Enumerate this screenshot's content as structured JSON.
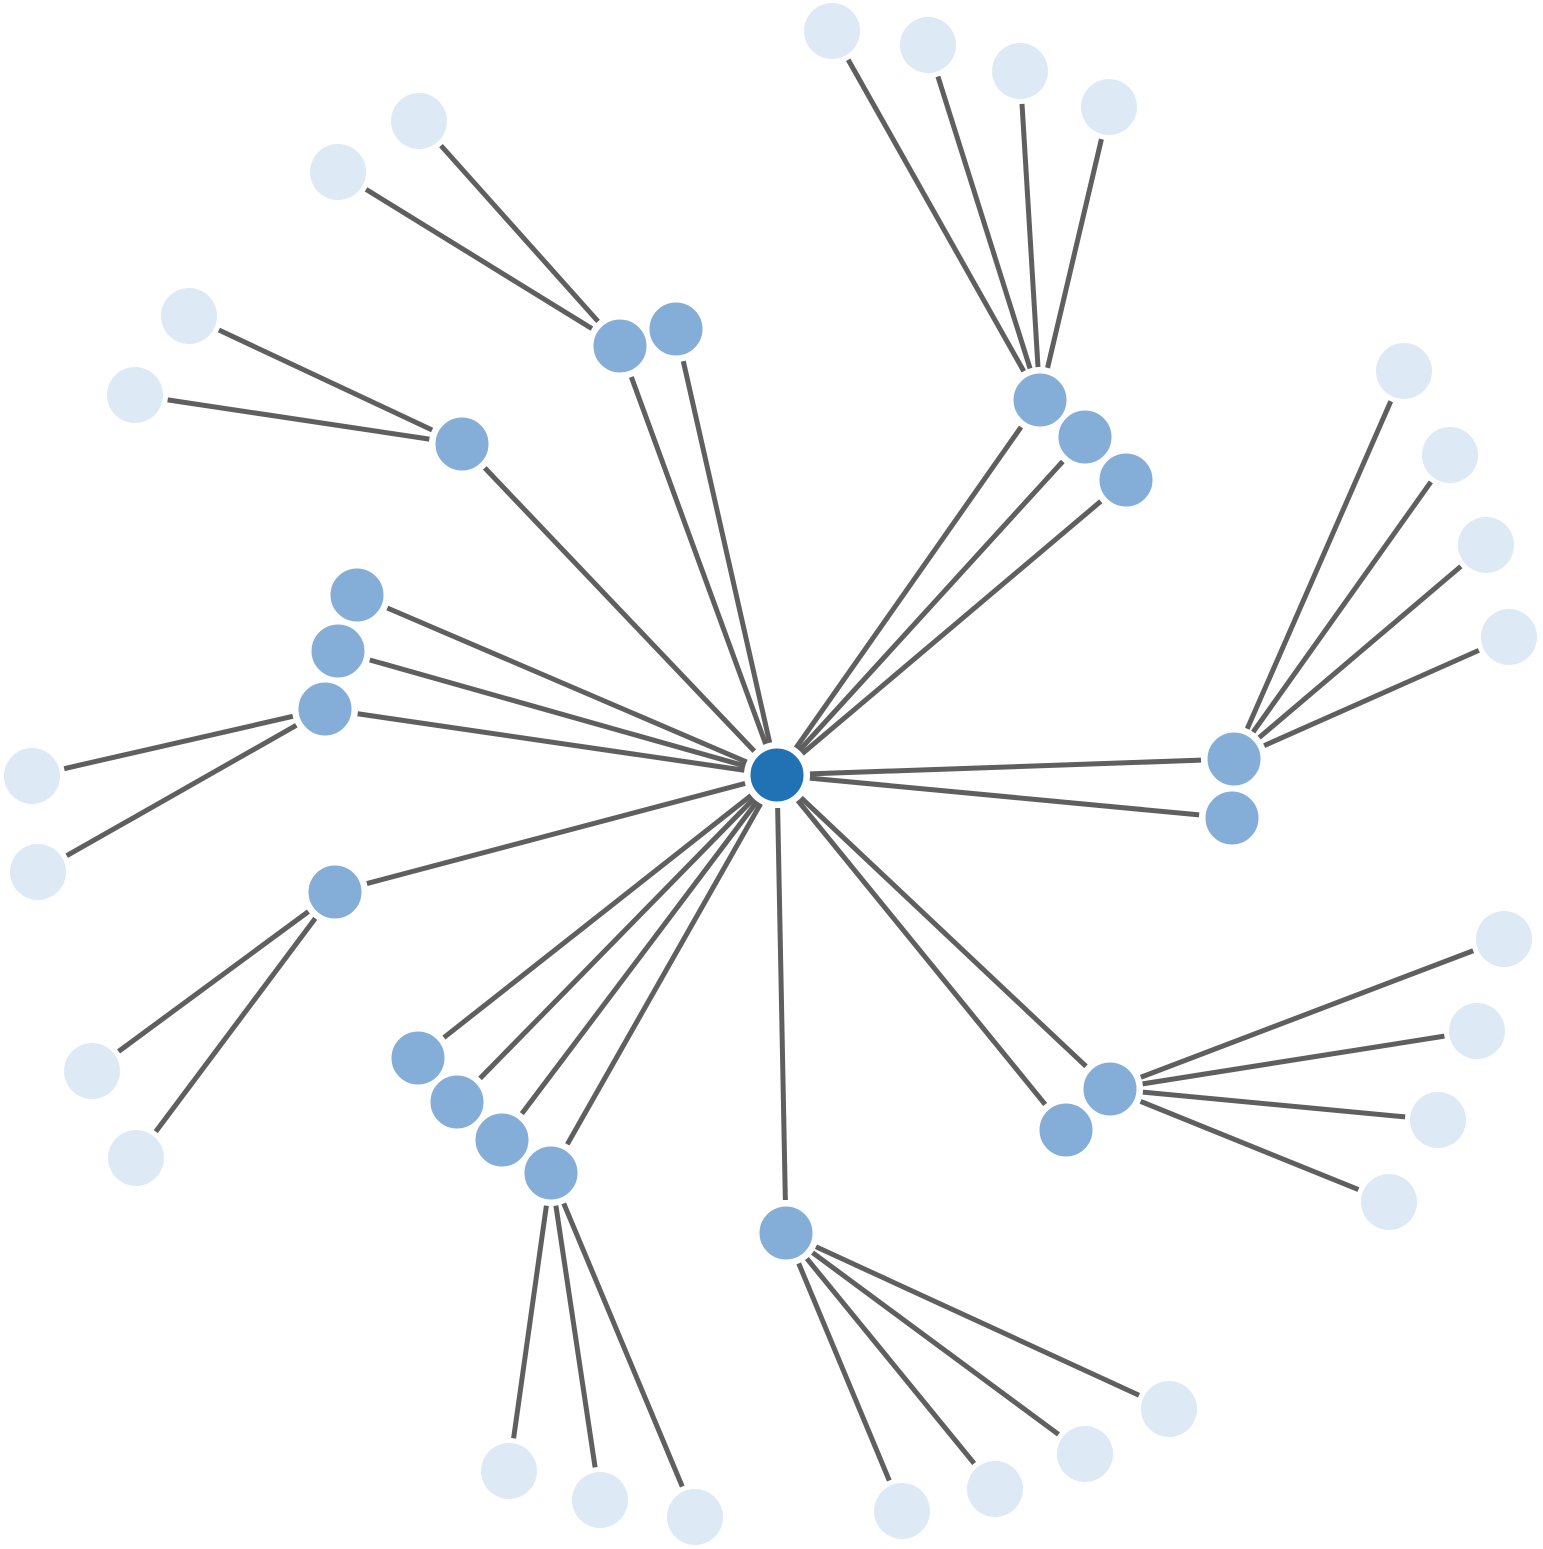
{
  "colors": {
    "root": "#2171b5",
    "level1": "#84aed7",
    "level2": "#dde9f5",
    "edge": "#5f5f5f",
    "node_stroke": "#ffffff"
  },
  "graph": {
    "root": "c",
    "edges": [
      [
        "c",
        "a1"
      ],
      [
        "a1",
        "b1"
      ],
      [
        "a1",
        "b2"
      ],
      [
        "c",
        "a2"
      ],
      [
        "a2",
        "b3"
      ],
      [
        "a2",
        "b4"
      ],
      [
        "c",
        "a3"
      ],
      [
        "c",
        "a4"
      ],
      [
        "a4",
        "b5"
      ],
      [
        "a4",
        "b6"
      ],
      [
        "a4",
        "b7"
      ],
      [
        "a4",
        "b8"
      ],
      [
        "c",
        "a5"
      ],
      [
        "c",
        "a6"
      ],
      [
        "c",
        "a7"
      ],
      [
        "a7",
        "b9"
      ],
      [
        "a7",
        "b10"
      ],
      [
        "a7",
        "b11"
      ],
      [
        "a7",
        "b12"
      ],
      [
        "c",
        "a8"
      ],
      [
        "c",
        "a9"
      ],
      [
        "a9",
        "b13"
      ],
      [
        "a9",
        "b14"
      ],
      [
        "a9",
        "b15"
      ],
      [
        "a9",
        "b16"
      ],
      [
        "c",
        "a10"
      ],
      [
        "c",
        "a11"
      ],
      [
        "a11",
        "b17"
      ],
      [
        "a11",
        "b18"
      ],
      [
        "a11",
        "b19"
      ],
      [
        "a11",
        "b20"
      ],
      [
        "c",
        "a12"
      ],
      [
        "a12",
        "b21"
      ],
      [
        "a12",
        "b22"
      ],
      [
        "a12",
        "b23"
      ],
      [
        "c",
        "a13"
      ],
      [
        "c",
        "a14"
      ],
      [
        "c",
        "a15"
      ],
      [
        "c",
        "a16"
      ],
      [
        "a16",
        "b24"
      ],
      [
        "a16",
        "b25"
      ],
      [
        "c",
        "a17"
      ],
      [
        "a17",
        "b26"
      ],
      [
        "a17",
        "b27"
      ],
      [
        "c",
        "a18"
      ],
      [
        "c",
        "a19"
      ]
    ]
  }
}
